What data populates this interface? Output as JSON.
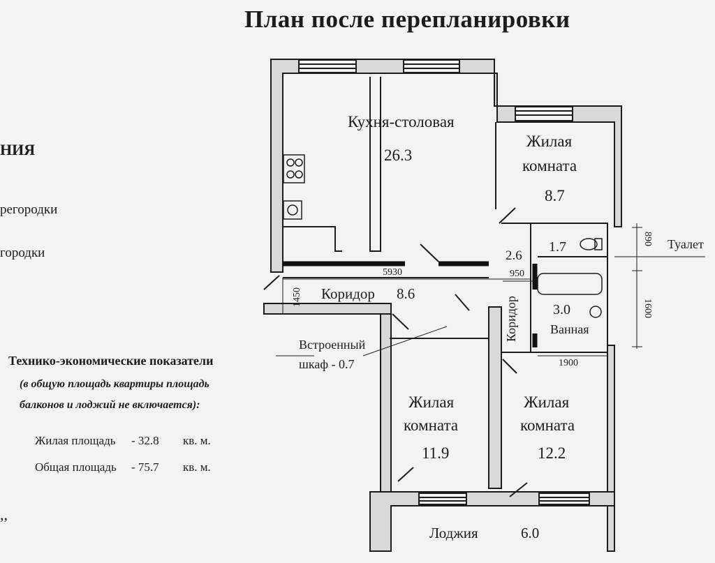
{
  "title": "План после  перепланировки",
  "left_fragments": {
    "heading": "НИЯ",
    "line1": "регородки",
    "line2": "городки",
    "quote": ",,"
  },
  "rooms": {
    "kitchen": {
      "name": "Кухня-столовая",
      "area": "26.3"
    },
    "room_top_right": {
      "name_line1": "Жилая",
      "name_line2": "комната",
      "area": "8.7"
    },
    "toilet": {
      "area": "1.7",
      "label": "Туалет"
    },
    "storage": {
      "area": "2.6"
    },
    "corridor": {
      "name": "Коридор",
      "area": "8.6"
    },
    "corridor_small": {
      "name": "Коридор"
    },
    "bathroom": {
      "area": "3.0",
      "name": "Ванная"
    },
    "room_left": {
      "name_line1": "Жилая",
      "name_line2": "комната",
      "area": "11.9"
    },
    "room_right": {
      "name_line1": "Жилая",
      "name_line2": "комната",
      "area": "12.2"
    },
    "loggia": {
      "name": "Лоджия",
      "area": "6.0"
    }
  },
  "closet": {
    "line1": "Встроенный",
    "line2": "шкаф - 0.7"
  },
  "dimensions": {
    "d5930": "5930",
    "d950": "950",
    "d1450": "1450",
    "d890": "890",
    "d1600": "1600",
    "d1900": "1900"
  },
  "indicators": {
    "title": "Технико-экономические показатели",
    "note_line1": "(в общую площадь квартиры площадь",
    "note_line2": "балконов и лоджий не включается):",
    "living_label": "Жилая площадь",
    "living_value": "-  32.8",
    "total_label": "Общая площадь",
    "total_value": "-  75.7",
    "unit": "кв. м."
  }
}
